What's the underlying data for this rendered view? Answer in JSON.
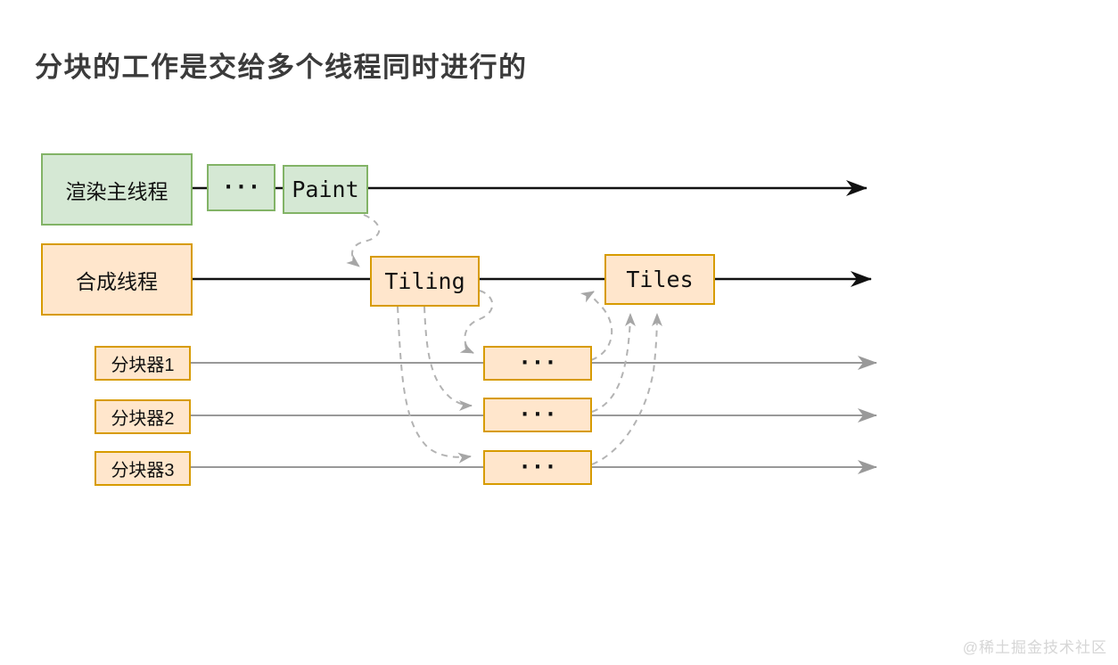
{
  "title": "分块的工作是交给多个线程同时进行的",
  "watermark": "@稀土掘金技术社区",
  "colors": {
    "green_fill": "#d5e8d4",
    "green_border": "#82b366",
    "orange_fill": "#ffe6cc",
    "orange_border": "#d79b00",
    "timeline_black": "#111111",
    "timeline_gray": "#999999",
    "dashed_connector": "#b3b3b3",
    "title_text": "#3b3b3b",
    "watermark_text": "#d6d6d6"
  },
  "diagram": {
    "nodes": {
      "render_main": {
        "label": "渲染主线程"
      },
      "ellipsis_main": {
        "label": "..."
      },
      "paint": {
        "label": "Paint"
      },
      "compositor": {
        "label": "合成线程"
      },
      "tiling": {
        "label": "Tiling"
      },
      "tiles": {
        "label": "Tiles"
      },
      "tiler1": {
        "label": "分块器1"
      },
      "tiler2": {
        "label": "分块器2"
      },
      "tiler3": {
        "label": "分块器3"
      },
      "worker_ellipsis_1": {
        "label": "..."
      },
      "worker_ellipsis_2": {
        "label": "..."
      },
      "worker_ellipsis_3": {
        "label": "..."
      }
    },
    "edges": [
      {
        "from": "Paint",
        "to": "Tiling",
        "style": "dashed"
      },
      {
        "from": "Tiling",
        "to": "worker_ellipsis_1",
        "style": "dashed"
      },
      {
        "from": "Tiling",
        "to": "worker_ellipsis_2",
        "style": "dashed"
      },
      {
        "from": "Tiling",
        "to": "worker_ellipsis_3",
        "style": "dashed"
      },
      {
        "from": "worker_ellipsis_1",
        "to": "Tiles",
        "style": "dashed"
      },
      {
        "from": "worker_ellipsis_2",
        "to": "Tiles",
        "style": "dashed"
      },
      {
        "from": "worker_ellipsis_3",
        "to": "Tiles",
        "style": "dashed"
      }
    ]
  }
}
